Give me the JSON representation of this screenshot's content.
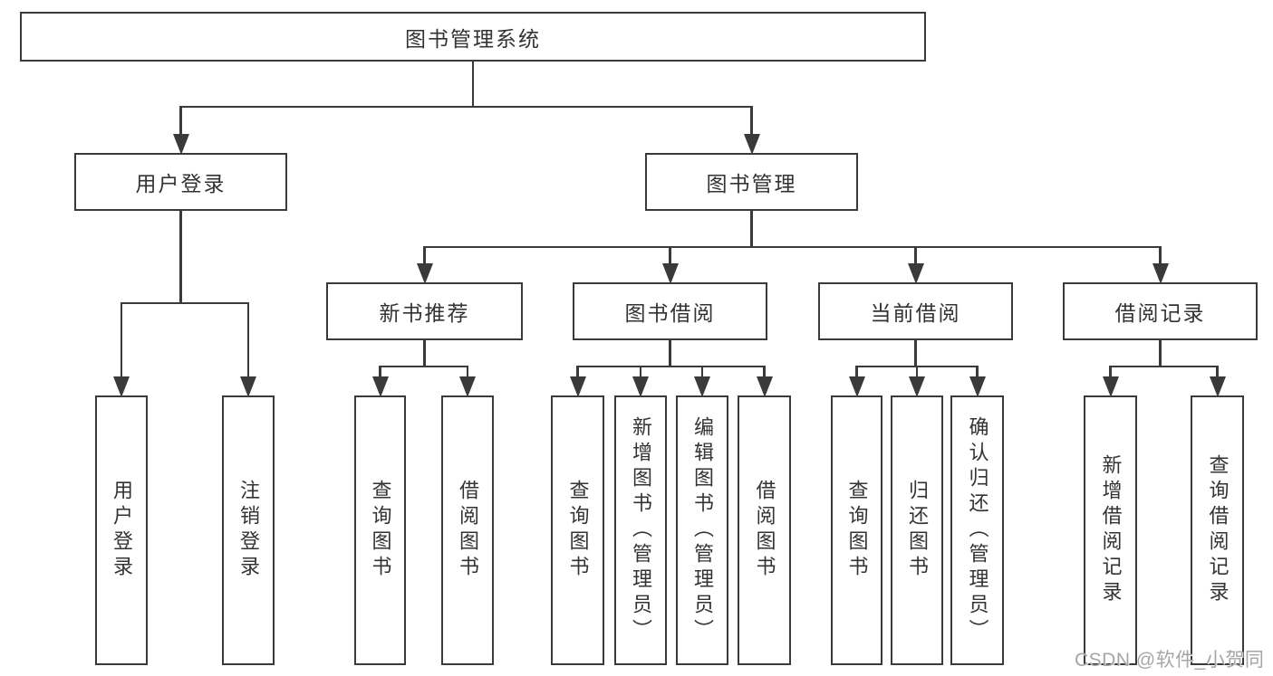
{
  "diagram": {
    "title": "图书管理系统",
    "colors": {
      "line": "#3a3a3a",
      "text": "#333333",
      "background": "#ffffff",
      "watermark": "#a6a6a6"
    },
    "nodes": [
      {
        "id": "root",
        "label": "图书管理系统",
        "orientation": "h"
      },
      {
        "id": "user-login",
        "label": "用户登录",
        "orientation": "h"
      },
      {
        "id": "book-mgmt",
        "label": "图书管理",
        "orientation": "h"
      },
      {
        "id": "new-book-rec",
        "label": "新书推荐",
        "orientation": "h"
      },
      {
        "id": "book-borrow",
        "label": "图书借阅",
        "orientation": "h"
      },
      {
        "id": "current-borrow",
        "label": "当前借阅",
        "orientation": "h"
      },
      {
        "id": "borrow-records",
        "label": "借阅记录",
        "orientation": "h"
      },
      {
        "id": "login-v",
        "label": "用户登录",
        "orientation": "v"
      },
      {
        "id": "logout-v",
        "label": "注销登录",
        "orientation": "v"
      },
      {
        "id": "nb-query",
        "label": "查询图书",
        "orientation": "v"
      },
      {
        "id": "nb-borrow",
        "label": "借阅图书",
        "orientation": "v"
      },
      {
        "id": "bb-query",
        "label": "查询图书",
        "orientation": "v"
      },
      {
        "id": "bb-add",
        "label": "新增图书（管理员）",
        "orientation": "v"
      },
      {
        "id": "bb-edit",
        "label": "编辑图书（管理员）",
        "orientation": "v"
      },
      {
        "id": "bb-borrow",
        "label": "借阅图书",
        "orientation": "v"
      },
      {
        "id": "cb-query",
        "label": "查询图书",
        "orientation": "v"
      },
      {
        "id": "cb-return",
        "label": "归还图书",
        "orientation": "v"
      },
      {
        "id": "cb-confirm",
        "label": "确认归还（管理员）",
        "orientation": "v"
      },
      {
        "id": "br-add",
        "label": "新增借阅记录",
        "orientation": "v"
      },
      {
        "id": "br-query",
        "label": "查询借阅记录",
        "orientation": "v"
      }
    ],
    "hierarchy": [
      {
        "parent": "root",
        "children": [
          "user-login",
          "book-mgmt"
        ]
      },
      {
        "parent": "user-login",
        "children": [
          "login-v",
          "logout-v"
        ]
      },
      {
        "parent": "book-mgmt",
        "children": [
          "new-book-rec",
          "book-borrow",
          "current-borrow",
          "borrow-records"
        ]
      },
      {
        "parent": "new-book-rec",
        "children": [
          "nb-query",
          "nb-borrow"
        ]
      },
      {
        "parent": "book-borrow",
        "children": [
          "bb-query",
          "bb-add",
          "bb-edit",
          "bb-borrow"
        ]
      },
      {
        "parent": "current-borrow",
        "children": [
          "cb-query",
          "cb-return",
          "cb-confirm"
        ]
      },
      {
        "parent": "borrow-records",
        "children": [
          "br-add",
          "br-query"
        ]
      }
    ]
  },
  "watermark": {
    "text": "CSDN @软件_小贺同学"
  }
}
